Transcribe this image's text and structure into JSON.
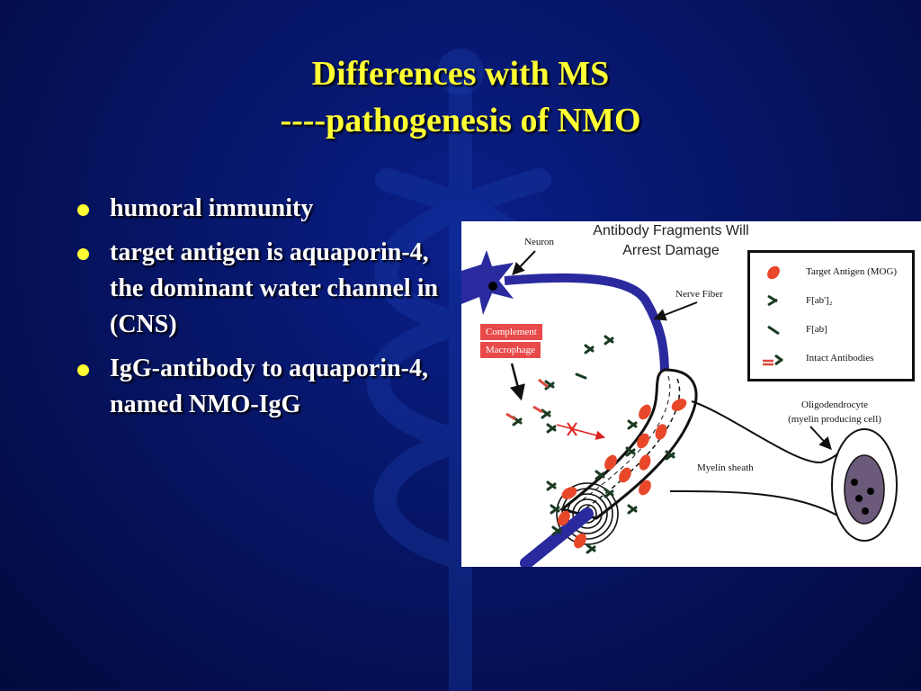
{
  "slide": {
    "title_line1": "Differences  with MS",
    "title_line2": "----pathogenesis of NMO",
    "bullets": [
      "humoral immunity",
      "target antigen is aquaporin-4, the dominant water channel in (CNS)",
      "IgG-antibody to aquaporin-4, named NMO-IgG"
    ]
  },
  "figure": {
    "title_line1": "Antibody Fragments Will",
    "title_line2": "Arrest Damage",
    "labels": {
      "neuron": "Neuron",
      "nerve_fiber": "Nerve Fiber",
      "complement": "Complement",
      "macrophage": "Macrophage",
      "oligodendrocyte": "Oligodendrocyte",
      "oligodendrocyte_note": "(myelin producing cell)",
      "myelin_sheath": "Myelin sheath"
    },
    "legend": [
      {
        "icon": "antigen-icon",
        "label": "Target Antigen (MOG)"
      },
      {
        "icon": "fab2-fragment-icon",
        "label": "F[ab']₂"
      },
      {
        "icon": "fab-fragment-icon",
        "label": "F[ab]"
      },
      {
        "icon": "intact-antibody-icon",
        "label": "Intact Antibodies"
      }
    ],
    "colors": {
      "antigen": "#e8472a",
      "neuron": "#2a2a9e",
      "complement_box": "#e84a4a",
      "antibody_dark": "#1b3a22"
    }
  }
}
